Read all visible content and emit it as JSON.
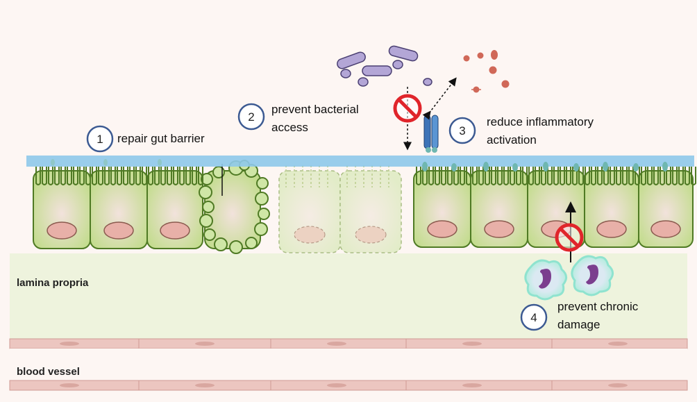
{
  "regions": {
    "lamina_propria": "lamina propria",
    "blood_vessel": "blood vessel"
  },
  "steps": [
    {
      "number": "1",
      "line1": "repair gut barrier",
      "line2": ""
    },
    {
      "number": "2",
      "line1": "prevent bacterial",
      "line2": "access"
    },
    {
      "number": "3",
      "line1": "reduce inflammatory",
      "line2": "activation"
    },
    {
      "number": "4",
      "line1": "prevent chronic",
      "line2": "damage"
    }
  ],
  "colors": {
    "background": "#fdf6f3",
    "mucus": "#8ec9ea",
    "epithelium": "#c5de8f",
    "nucleus": "#e8b0a8",
    "bacteria": "#b3a6d6",
    "blocker": "#e0252b",
    "step_circle": "#3c5a92"
  }
}
